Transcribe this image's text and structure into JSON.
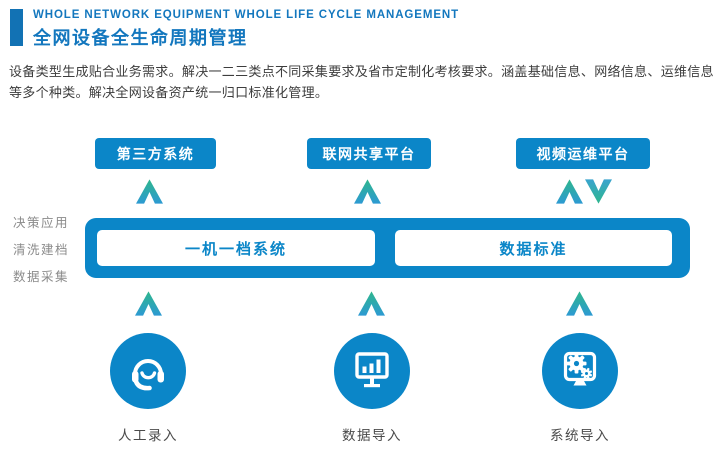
{
  "header": {
    "title_en": "WHOLE NETWORK EQUIPMENT WHOLE LIFE CYCLE MANAGEMENT",
    "title_zh": "全网设备全生命周期管理"
  },
  "description": "设备类型生成贴合业务需求。解决一二三类点不同采集要求及省市定制化考核要求。涵盖基础信息、网络信息、运维信息等多个种类。解决全网设备资产统一归口标准化管理。",
  "top_platforms": [
    {
      "label": "第三方系统",
      "arrows": [
        "up"
      ]
    },
    {
      "label": "联网共享平台",
      "arrows": [
        "up"
      ]
    },
    {
      "label": "视频运维平台",
      "arrows": [
        "up",
        "down"
      ]
    }
  ],
  "stage_labels": [
    "决策应用",
    "清洗建档",
    "数据采集"
  ],
  "core_modules": [
    "一机一档系统",
    "数据标准"
  ],
  "input_channels": [
    {
      "label": "人工录入",
      "icon": "headset-icon"
    },
    {
      "label": "数据导入",
      "icon": "monitor-bar-chart-icon"
    },
    {
      "label": "系统导入",
      "icon": "monitor-gears-icon"
    }
  ],
  "colors": {
    "primary_blue": "#0b86c8",
    "header_blue": "#1377be",
    "arrow_green": "#2eb68d",
    "arrow_blue": "#2d9ad3",
    "text_dark": "#3d3d3d",
    "text_gray": "#8b8b8b"
  }
}
